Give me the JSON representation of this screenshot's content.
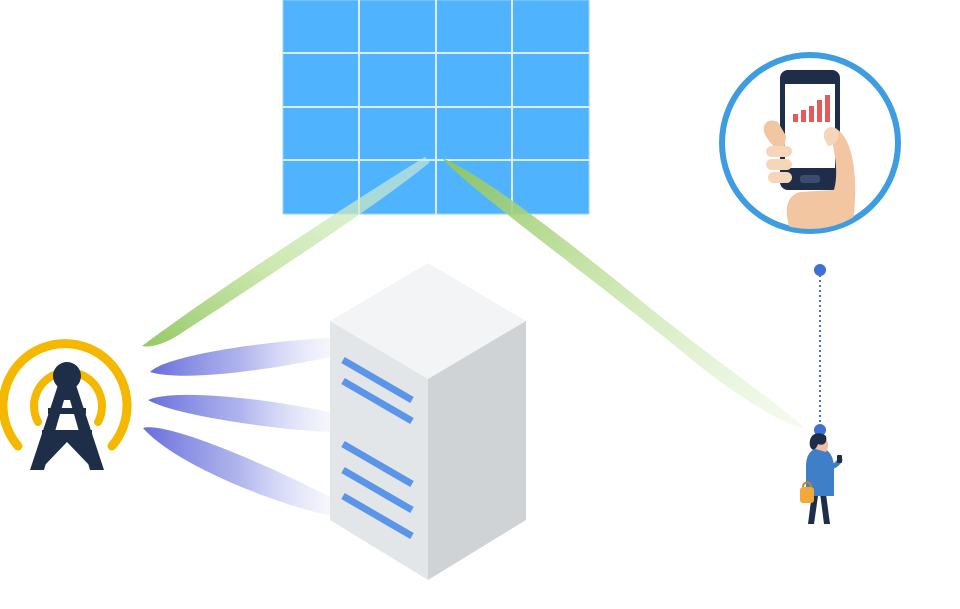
{
  "diagram": {
    "elements": [
      {
        "name": "ris-panel-icon",
        "kind": "reflecting-surface-grid",
        "rows": 4,
        "cols": 4
      },
      {
        "name": "base-station-tower-icon",
        "kind": "transmission-tower"
      },
      {
        "name": "server-icon",
        "kind": "server-rack"
      },
      {
        "name": "user-person-icon",
        "kind": "mobile-user"
      },
      {
        "name": "smartphone-in-hand-icon",
        "kind": "phone-with-bar-chart"
      }
    ],
    "links": [
      {
        "name": "beam-tower-to-panel",
        "from": "base-station-tower-icon",
        "to": "ris-panel-icon",
        "color": "#9fd07a"
      },
      {
        "name": "beam-panel-to-user",
        "from": "ris-panel-icon",
        "to": "user-person-icon",
        "color": "#9fd07a"
      },
      {
        "name": "beam-tower-to-server-1",
        "from": "base-station-tower-icon",
        "to": "server-icon",
        "color": "#7d83e0"
      },
      {
        "name": "beam-tower-to-server-2",
        "from": "base-station-tower-icon",
        "to": "server-icon",
        "color": "#7d83e0"
      },
      {
        "name": "beam-tower-to-server-3",
        "from": "base-station-tower-icon",
        "to": "server-icon",
        "color": "#7d83e0"
      },
      {
        "name": "callout-line",
        "from": "user-person-icon",
        "to": "smartphone-in-hand-icon",
        "color": "#3f6fd8"
      }
    ],
    "colors": {
      "panel_fill": "#4fb3fe",
      "panel_grid": "#dcecfb",
      "tower_arcs": "#f5b800",
      "tower_body": "#1e2e49",
      "server_stripes": "#5b95ea",
      "circle_border": "#3d9de0",
      "phone_bars": "#e25b5b"
    }
  }
}
